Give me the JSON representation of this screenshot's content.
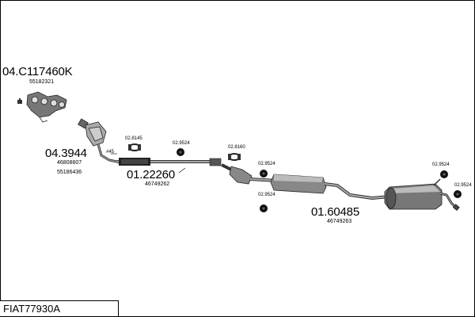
{
  "page": {
    "code": "FIAT77930A"
  },
  "parts": {
    "manifold_catalyst": {
      "code": "04.C117460K",
      "ref": "55182321"
    },
    "front_pipe": {
      "code": "04.3944",
      "refs": [
        "46808607",
        "55186436"
      ],
      "note": "#45"
    },
    "middle_pipe": {
      "code": "01.22260",
      "ref": "46749262"
    },
    "rear_silencer": {
      "code": "01.60485",
      "ref": "46749263"
    }
  },
  "fittings": {
    "f1": "02.8145",
    "f2": "02.9524",
    "f3": "02.8160",
    "f4": "02.9524",
    "f5": "02.9524",
    "f6": "02.9524",
    "f7": "02.9524"
  }
}
